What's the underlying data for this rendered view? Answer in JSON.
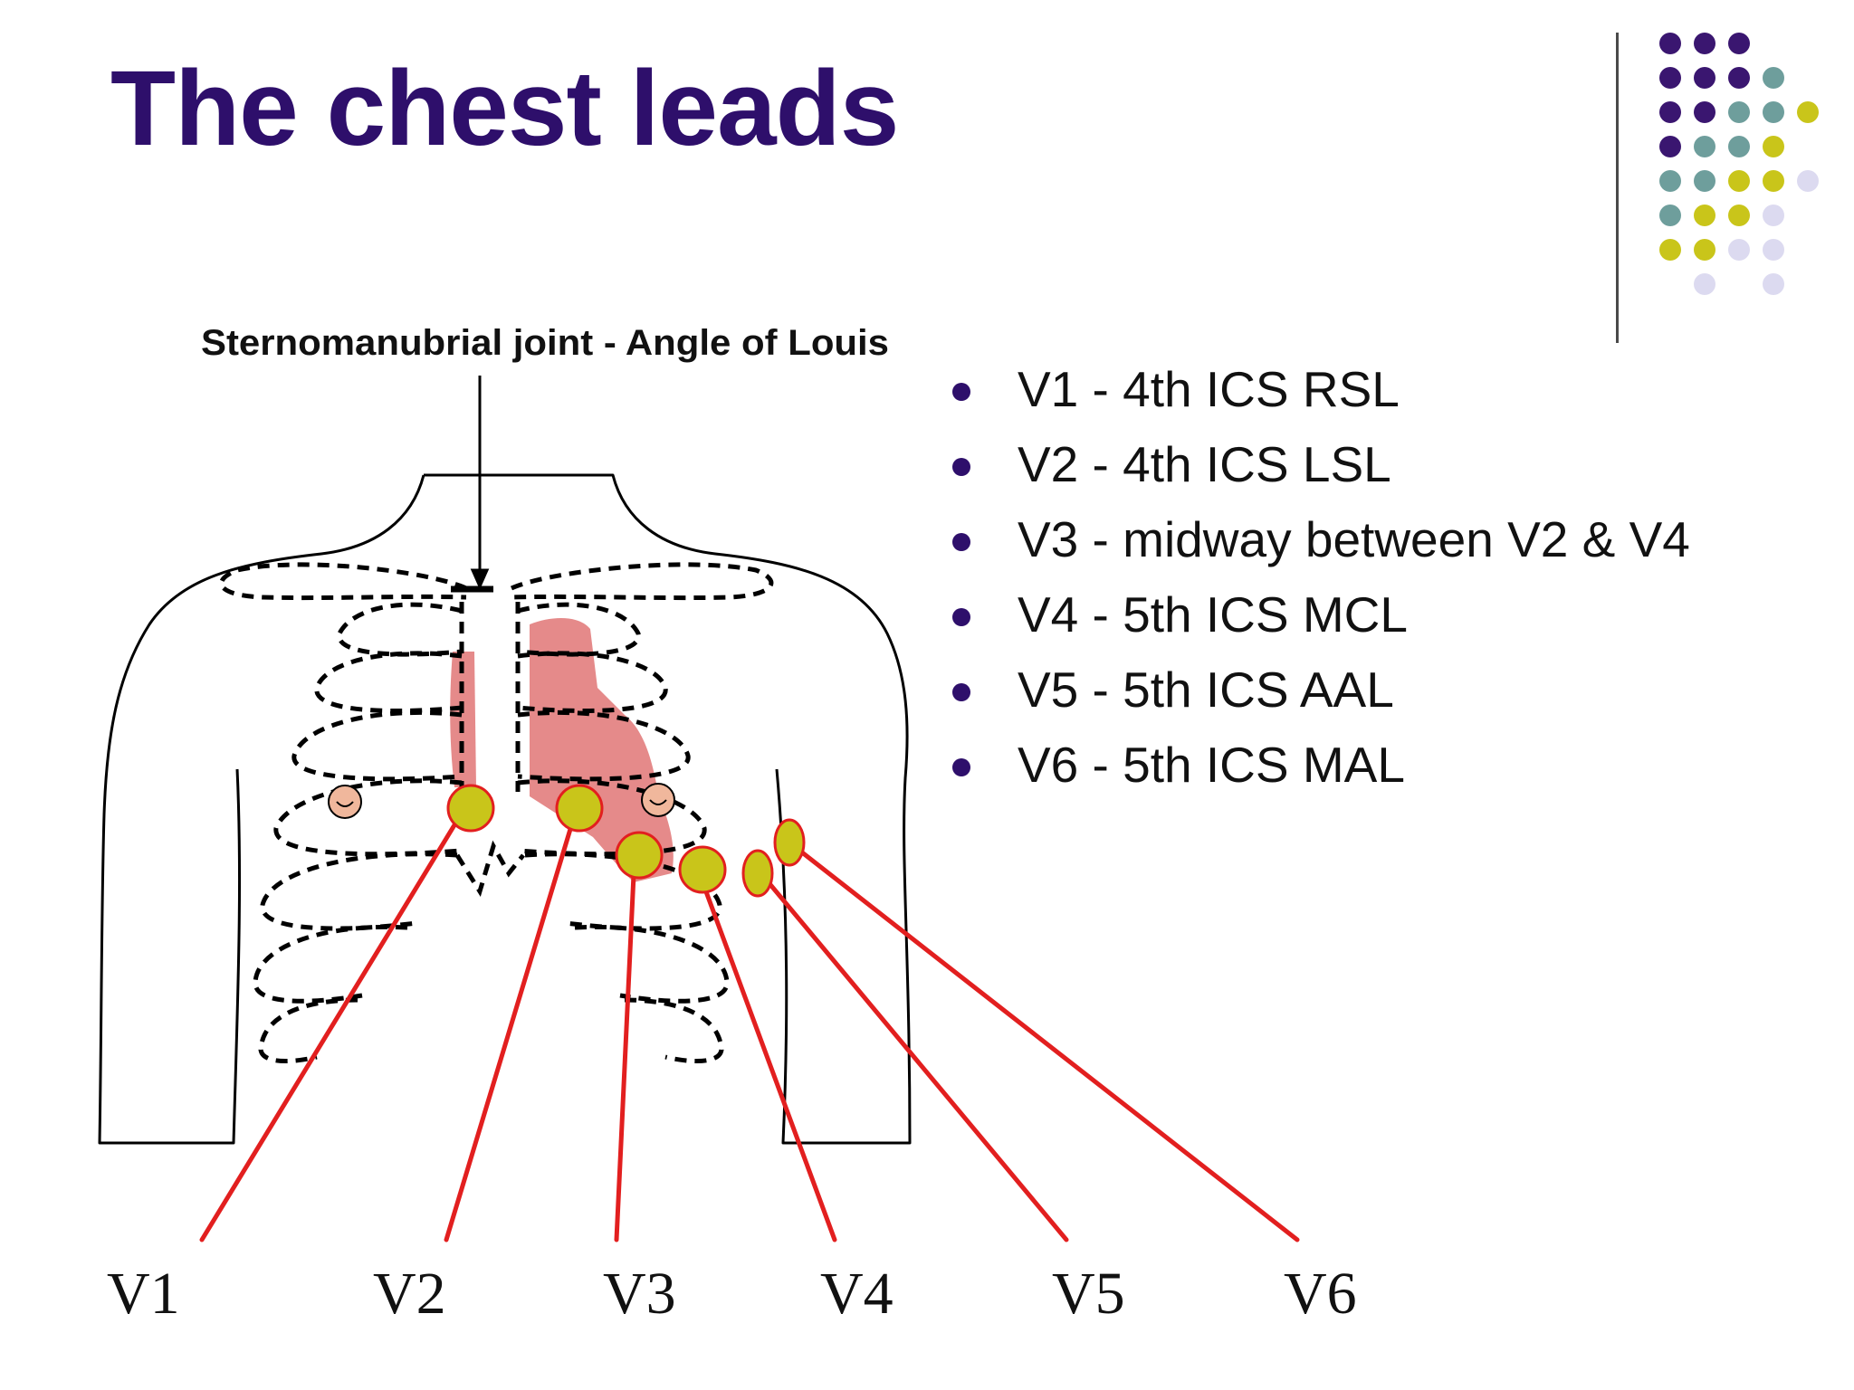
{
  "slide": {
    "title": "The chest leads",
    "annotation": "Sternomanubrial joint - Angle of Louis"
  },
  "leads": [
    {
      "name": "V1",
      "description": "V1 - 4th ICS RSL"
    },
    {
      "name": "V2",
      "description": "V2 - 4th ICS LSL"
    },
    {
      "name": "V3",
      "description": "V3 - midway between V2 & V4"
    },
    {
      "name": "V4",
      "description": "V4 - 5th ICS MCL"
    },
    {
      "name": "V5",
      "description": "V5 - 5th ICS AAL"
    },
    {
      "name": "V6",
      "description": "V6 - 5th ICS MAL"
    }
  ],
  "colors": {
    "title": "#2e0f6b",
    "bullet": "#2e0f6b",
    "electrode_fill": "#c9c51a",
    "electrode_stroke": "#e21f1f",
    "lead_wire": "#e21f1f",
    "heart": "#e58a8a",
    "nipple": "#f0b79c",
    "outline": "#000000"
  },
  "decoration": {
    "dot_palette": [
      "#3a1670",
      "#6e9e9c",
      "#c9c51a",
      "#dcdaf0"
    ],
    "dot_rows": [
      [
        "purple",
        "purple",
        "purple"
      ],
      [
        "purple",
        "purple",
        "purple",
        "teal"
      ],
      [
        "purple",
        "purple",
        "teal",
        "teal",
        "olive"
      ],
      [
        "purple",
        "teal",
        "teal",
        "olive"
      ],
      [
        "teal",
        "teal",
        "olive",
        "olive",
        "lavender"
      ],
      [
        "teal",
        "olive",
        "olive",
        "lavender"
      ],
      [
        "olive",
        "olive",
        "lavender",
        "lavender"
      ],
      [
        "lavender",
        "lavender"
      ]
    ]
  }
}
